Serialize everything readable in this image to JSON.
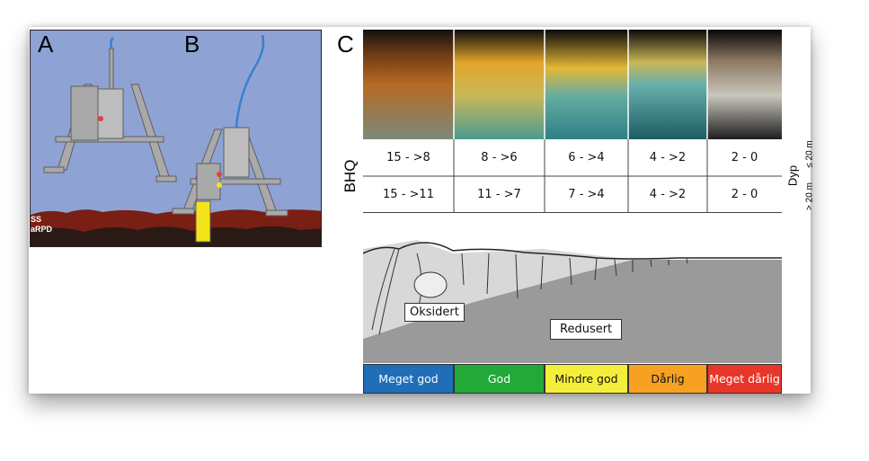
{
  "panels": {
    "a": "A",
    "b": "B",
    "c": "C"
  },
  "sediment_labels": {
    "ss": "SS",
    "arpd": "aRPD"
  },
  "bhq_label": "BHQ",
  "depth": {
    "title": "Dyp",
    "shallow": "≤ 20 m",
    "deep": "> 20 m"
  },
  "rows": {
    "shallow": [
      "15 - >8",
      "8 - >6",
      "6 - >4",
      "4 - >2",
      "2 - 0"
    ],
    "deep": [
      "15 - >11",
      "11 - >7",
      "7 - >4",
      "4 - >2",
      "2 - 0"
    ]
  },
  "sketch_labels": {
    "oxidized": "Oksidert",
    "reduced": "Redusert"
  },
  "classes": [
    {
      "label": "Meget god",
      "color": "#1f6eb7",
      "text_color": "#ffffff"
    },
    {
      "label": "God",
      "color": "#22a93a",
      "text_color": "#ffffff"
    },
    {
      "label": "Mindre god",
      "color": "#f4ee3b",
      "text_color": "#111111"
    },
    {
      "label": "Dårlig",
      "color": "#f6a122",
      "text_color": "#111111"
    },
    {
      "label": "Meget dårlig",
      "color": "#e8372a",
      "text_color": "#ffffff"
    }
  ]
}
